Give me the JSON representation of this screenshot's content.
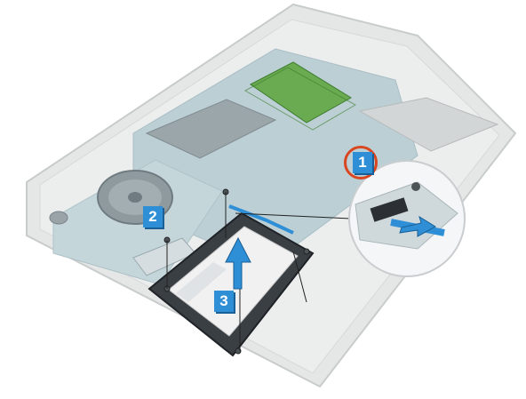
{
  "callouts": [
    {
      "label": "1"
    },
    {
      "label": "2"
    },
    {
      "label": "3"
    }
  ],
  "colors": {
    "callout_fill": "#2f8fd6",
    "highlight_ring": "#d9461f",
    "arrow": "#2f8fd6",
    "chassis": "#e4e6e6",
    "board": "#b9cdd3",
    "hdd_body": "#2e3236",
    "hdd_label": "#f2f2f2",
    "memory_green": "#4e9a3a"
  },
  "icons": {
    "callout": "numbered-step-badge",
    "arrow": "lift-arrow-icon",
    "screw": "screw-icon",
    "connector": "cable-connector-icon"
  }
}
